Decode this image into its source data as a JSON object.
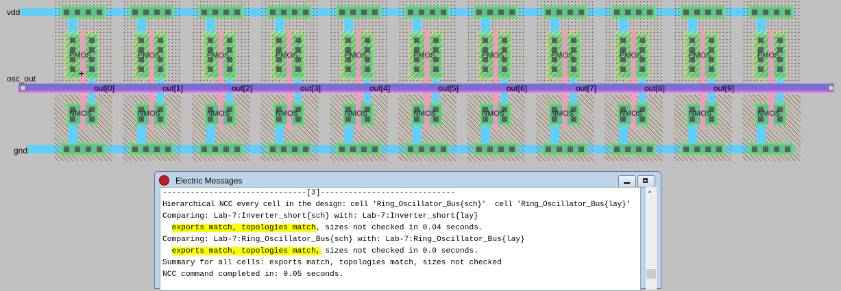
{
  "layout": {
    "labels": {
      "vdd": "vdd",
      "gnd": "gnd",
      "osc_out": "osc_out"
    },
    "transistors": {
      "p": "PMOS",
      "n": "NMOS"
    },
    "outputs": [
      "out[0]",
      "out[1]",
      "out[2]",
      "out[3]",
      "out[4]",
      "out[5]",
      "out[6]",
      "out[7]",
      "out[8]",
      "out[9]"
    ],
    "cell_count": 11
  },
  "window": {
    "title": "Electric Messages",
    "lines": [
      {
        "text": "-------------------------------[3]-----------------------------"
      },
      {
        "text": "Hierarchical NCC every cell in the design: cell 'Ring_Oscillator_Bus{sch}'  cell 'Ring_Oscillator_Bus{lay}'"
      },
      {
        "text": "Comparing: Lab-7:Inverter_short{sch} with: Lab-7:Inverter_short{lay}"
      },
      {
        "pre": "  ",
        "hl": "exports match, topologies match",
        "text": ", sizes not checked in 0.04 seconds."
      },
      {
        "text": "Comparing: Lab-7:Ring_Oscillator_Bus{sch} with: Lab-7:Ring_Oscillator_Bus{lay}"
      },
      {
        "pre": "  ",
        "hl": "exports match, topologies match,",
        "text": " sizes not checked in 0.0 seconds."
      },
      {
        "text": "Summary for all cells: exports match, topologies match, sizes not checked"
      },
      {
        "text": "NCC command completed in: 0.05 seconds."
      }
    ]
  }
}
